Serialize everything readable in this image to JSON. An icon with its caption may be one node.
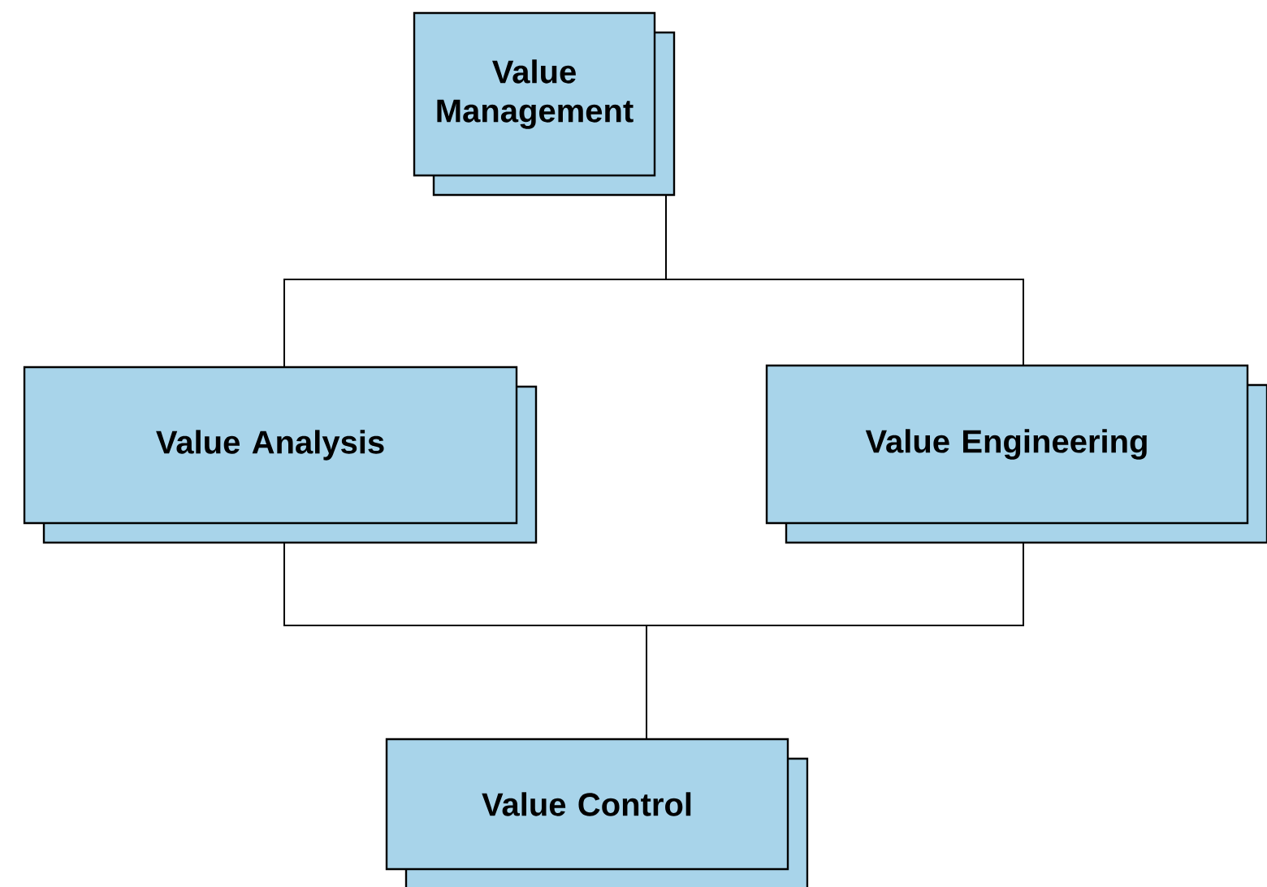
{
  "diagram": {
    "nodes": [
      {
        "text": [
          "Value Management"
        ]
      },
      {
        "text": [
          "Value Analysis"
        ]
      },
      {
        "text": [
          "Value Engineering"
        ]
      },
      {
        "text": [
          "Value Control"
        ]
      }
    ],
    "edges": [
      {
        "from": 0,
        "to": 1,
        "arrow": "none"
      },
      {
        "from": 0,
        "to": 2,
        "arrow": "none"
      },
      {
        "from": 1,
        "to": 3,
        "arrow": "none"
      },
      {
        "from": 2,
        "to": 3,
        "arrow": "none"
      }
    ]
  }
}
